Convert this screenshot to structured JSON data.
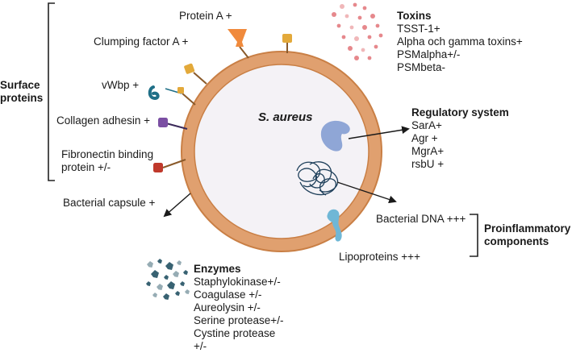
{
  "surface": {
    "title_line1": "Surface",
    "title_line2": "proteins",
    "protein_a": "Protein A +",
    "clumping_factor": "Clumping factor A +",
    "vwbp": "vWbp +",
    "collagen_adhesin": "Collagen adhesin +",
    "fnbp_line1": "Fibronectin binding",
    "fnbp_line2": "protein +/-",
    "capsule": "Bacterial capsule  +"
  },
  "cell": {
    "name": "S. aureus",
    "wall_color": "#e0a06f",
    "wall_border_color": "#c97f45",
    "interior_color": "#f4f2f6"
  },
  "toxins": {
    "title": "Toxins",
    "items": [
      "TSST-1+",
      "Alpha och gamma toxins+",
      "PSMalpha+/-",
      "PSMbeta-"
    ],
    "dot_color": "#e37b80"
  },
  "regulatory": {
    "title": "Regulatory system",
    "items": [
      "SarA+",
      "Agr +",
      "MgrA+",
      "rsbU +"
    ],
    "icon_color": "#8fa6d6"
  },
  "proinflammatory": {
    "title_line1": "Proinflammatory",
    "title_line2": "components",
    "dna": "Bacterial DNA +++",
    "lipoproteins": "Lipoproteins +++",
    "lipoprotein_color": "#6fb7d6"
  },
  "enzymes": {
    "title": "Enzymes",
    "items": [
      "Staphylokinase+/-",
      "Coagulase +/-",
      "Aureolysin +/-",
      "Serine protease+/-",
      "Cystine protease",
      "+/-"
    ],
    "color": "#2d5a6a"
  },
  "protein_colors": {
    "protein_a": "#f08a3c",
    "clumping_factor": "#e3a93a",
    "vwbp": "#1f6f87",
    "collagen_adhesin": "#7b4fa3",
    "fnbp": "#c0392b"
  }
}
